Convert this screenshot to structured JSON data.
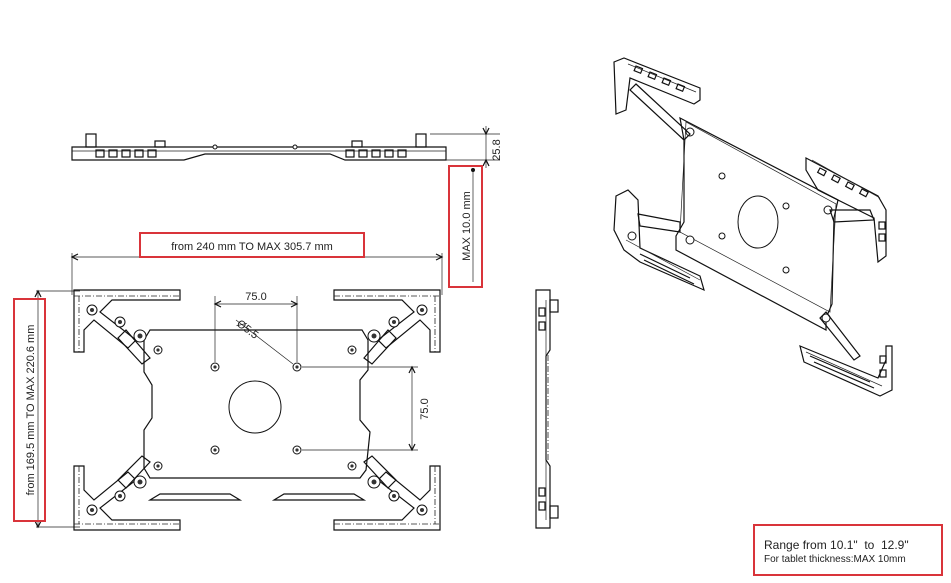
{
  "dimensions": {
    "width_range": "from 240 mm TO MAX 305.7 mm",
    "height_range": "from 169.5 mm TO MAX 220.6 mm",
    "thickness": "MAX 10.0 mm",
    "side_height": "25.8",
    "hole_spacing_horizontal": "75.0",
    "hole_spacing_vertical": "75.0",
    "hole_diameter": "Ø5.5"
  },
  "note": {
    "line1": "Range from 10.1\"  to  12.9\"",
    "line2": "For tablet thickness:MAX 10mm"
  },
  "colors": {
    "highlight": "#d9343a",
    "line": "#111111"
  }
}
